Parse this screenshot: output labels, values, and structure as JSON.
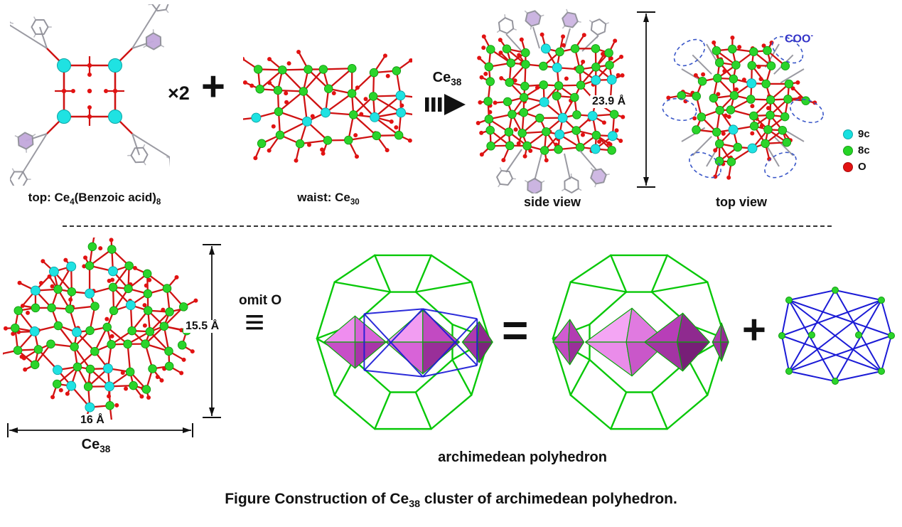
{
  "top_row": {
    "unit_label": {
      "pre": "top: Ce",
      "sub1": "4",
      "mid": "(Benzoic acid)",
      "sub2": "8"
    },
    "multiplier": "×2",
    "plus": "+",
    "waist_label": {
      "pre": "waist: Ce",
      "sub": "30"
    },
    "arrow_label": {
      "pre": "Ce",
      "sub": "38"
    },
    "side_view_label": "side view",
    "top_view_label": "top view",
    "side_height_dim": "23.9 Å",
    "coo_label": {
      "pre": "COO",
      "sup": "-"
    },
    "legend": {
      "items": [
        {
          "label": "9c",
          "color": "#17e0e0"
        },
        {
          "label": "8c",
          "color": "#25d425"
        },
        {
          "label": "O",
          "color": "#e21212"
        }
      ]
    }
  },
  "bottom_row": {
    "ce38_label": {
      "pre": "Ce",
      "sub": "38"
    },
    "height_dim": "15.5 Å",
    "width_dim": "16 Å",
    "omit_label": "omit O",
    "identical_symbol": "≡",
    "equals_symbol": "=",
    "plus_symbol": "+",
    "polyhedron_label": "archimedean polyhedron"
  },
  "caption": {
    "pre": "Figure Construction of Ce",
    "sub": "38",
    "post": " cluster of archimedean polyhedron."
  },
  "colors": {
    "atom_9c_cyan": "#1fe2e2",
    "atom_8c_green": "#2bd42b",
    "oxygen_red": "#d31414",
    "polyhedron_green": "#09c809",
    "net_blue": "#1b1bd6",
    "octahedra_magenta": "#d863d8",
    "benzoate_gray": "#9a9aa2"
  }
}
